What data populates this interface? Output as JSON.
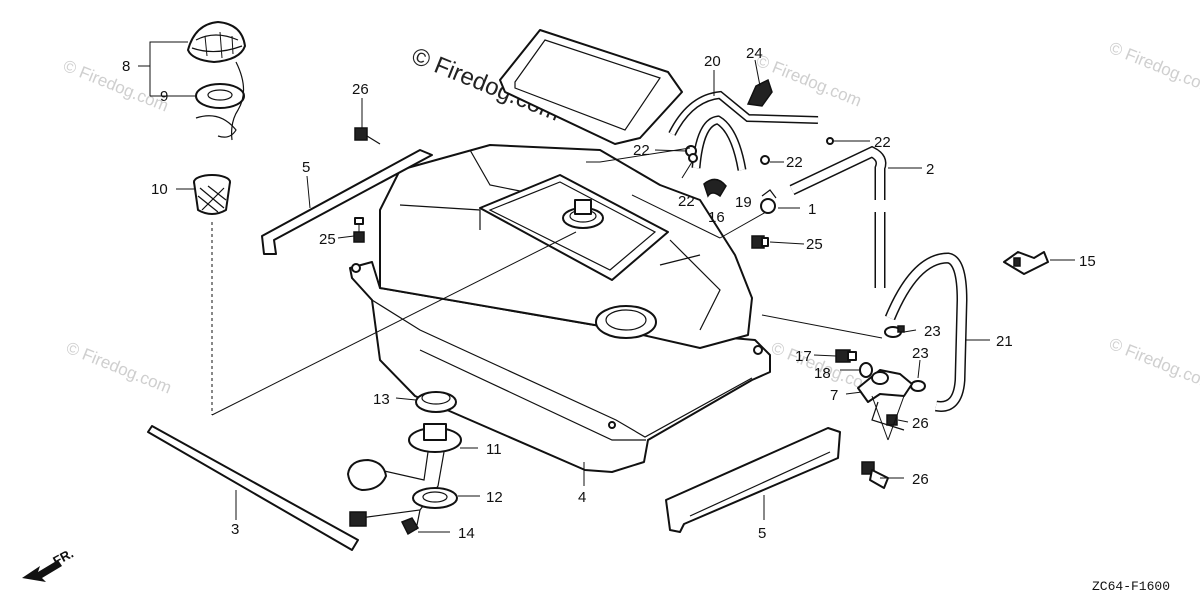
{
  "watermarks": {
    "main": "© Firedog.com",
    "faint": "© Firedog.com"
  },
  "diagram_code": "ZC64-F1600",
  "direction_label": "FR.",
  "callouts": {
    "c1": "1",
    "c2": "2",
    "c3": "3",
    "c4": "4",
    "c5a": "5",
    "c5b": "5",
    "c7": "7",
    "c8": "8",
    "c9": "9",
    "c10": "10",
    "c11": "11",
    "c12": "12",
    "c13": "13",
    "c14": "14",
    "c15": "15",
    "c16": "16",
    "c17": "17",
    "c18": "18",
    "c19": "19",
    "c20": "20",
    "c21": "21",
    "c22a": "22",
    "c22b": "22",
    "c22c": "22",
    "c22d": "22",
    "c23a": "23",
    "c23b": "23",
    "c24": "24",
    "c25a": "25",
    "c25b": "25",
    "c26a": "26",
    "c26b": "26",
    "c26c": "26"
  }
}
